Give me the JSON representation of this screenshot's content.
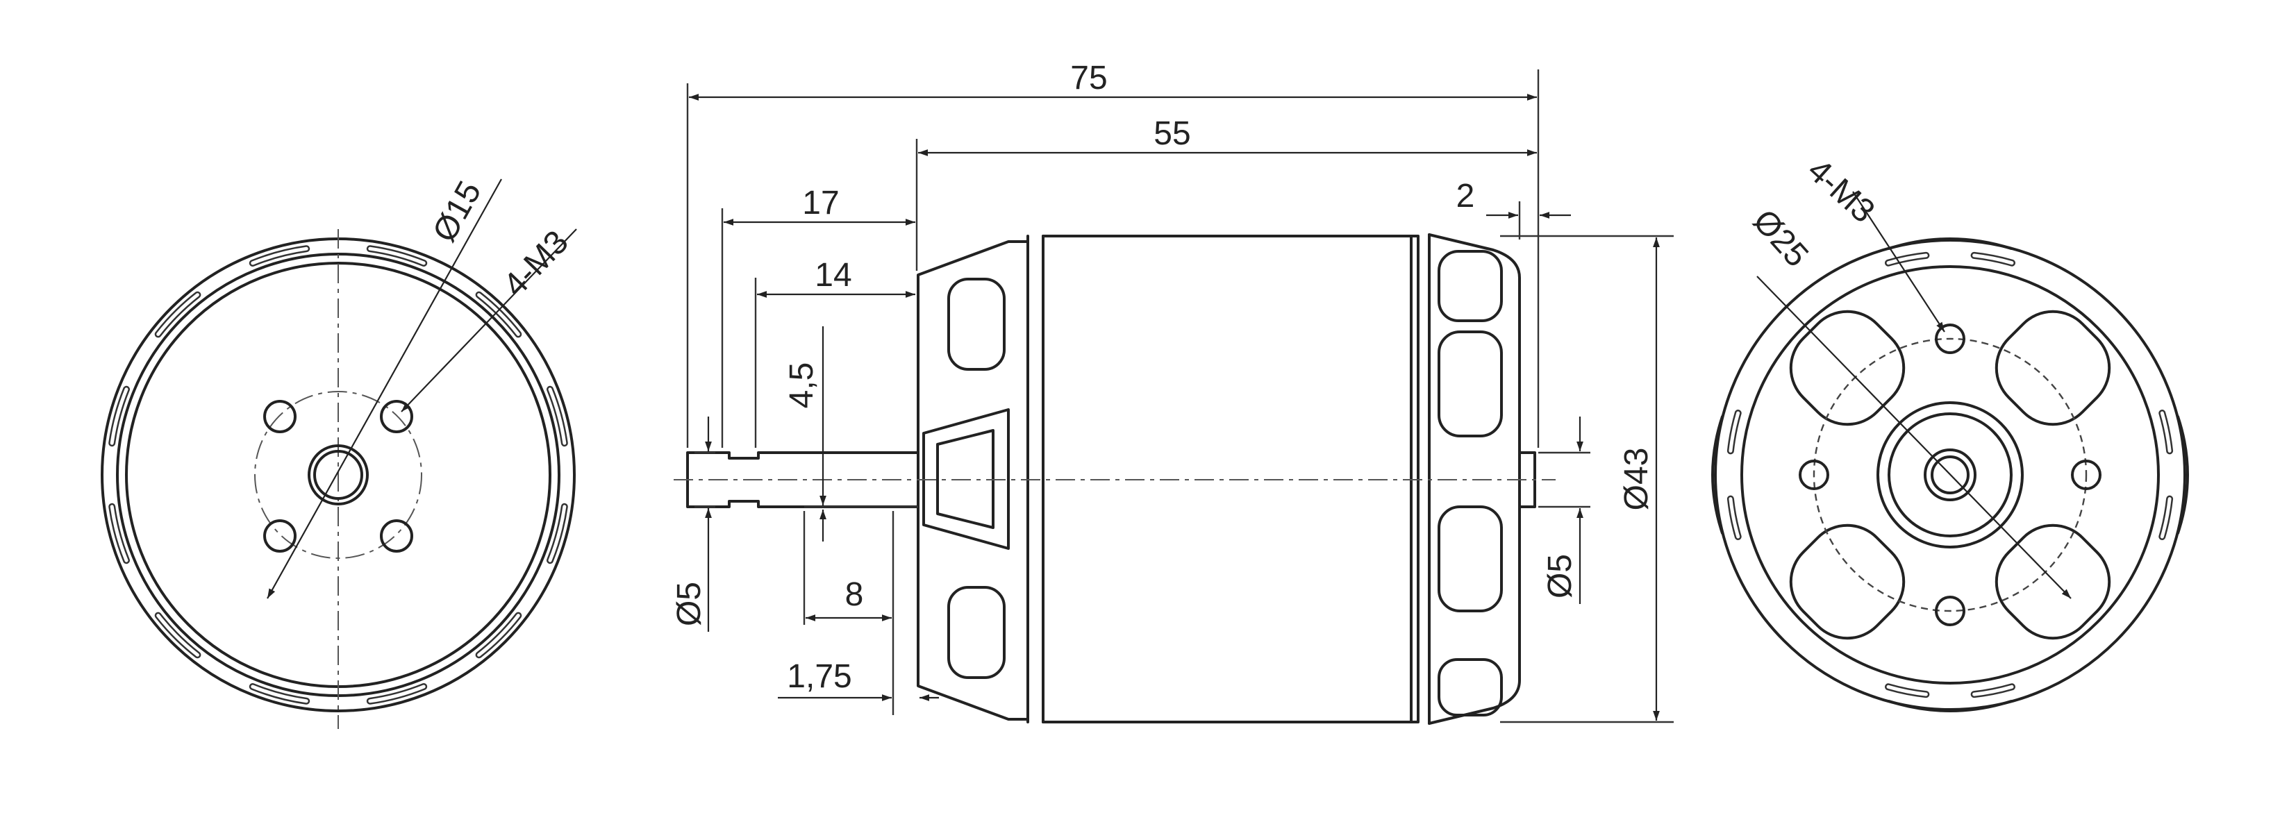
{
  "front_view": {
    "dimensions": {
      "bolt_circle": "Ø15",
      "bolt_holes": "4-M3"
    }
  },
  "side_view": {
    "dimensions": {
      "overall_length": "75",
      "can_length": "55",
      "shaft_to_mount": "17",
      "shaft_flat_length": "14",
      "shaft_flat_depth": "4,5",
      "shaft_groove": "8",
      "mount_thickness": "1,75",
      "rear_shaft": "2",
      "shaft_diameter_front": "Ø5",
      "shaft_diameter_rear": "Ø5",
      "body_diameter": "Ø43"
    }
  },
  "rear_view": {
    "dimensions": {
      "bolt_circle": "Ø25",
      "bolt_holes": "4-M3"
    }
  }
}
